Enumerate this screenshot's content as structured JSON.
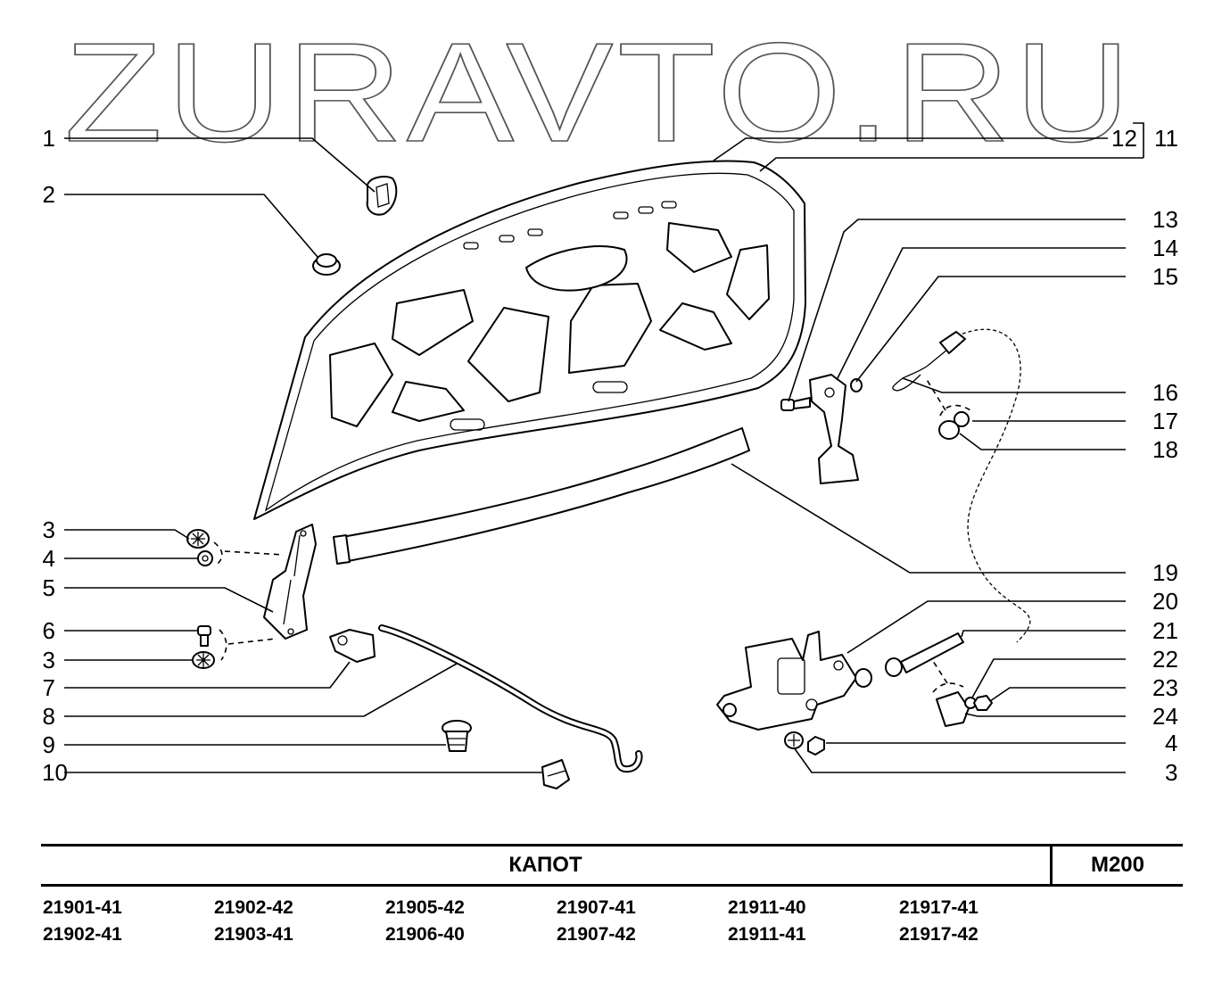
{
  "watermark": "ZURAVTO.RU",
  "callouts": {
    "c1": "1",
    "c2": "2",
    "c3a": "3",
    "c4a": "4",
    "c5": "5",
    "c6": "6",
    "c3b": "3",
    "c7": "7",
    "c8": "8",
    "c9": "9",
    "c10": "10",
    "c11": "11",
    "c12": "12",
    "c13": "13",
    "c14": "14",
    "c15": "15",
    "c16": "16",
    "c17": "17",
    "c18": "18",
    "c19": "19",
    "c20": "20",
    "c21": "21",
    "c22": "22",
    "c23": "23",
    "c24": "24",
    "c4b": "4",
    "c3c": "3"
  },
  "footer": {
    "title": "КАПОТ",
    "code": "M200",
    "models": [
      "21901-41",
      "21902-42",
      "21905-42",
      "21907-41",
      "21911-40",
      "21917-41",
      "21902-41",
      "21903-41",
      "21906-40",
      "21907-42",
      "21911-41",
      "21917-42"
    ]
  },
  "colors": {
    "line": "#000000",
    "watermark_stroke": "#555555",
    "background": "#ffffff"
  }
}
